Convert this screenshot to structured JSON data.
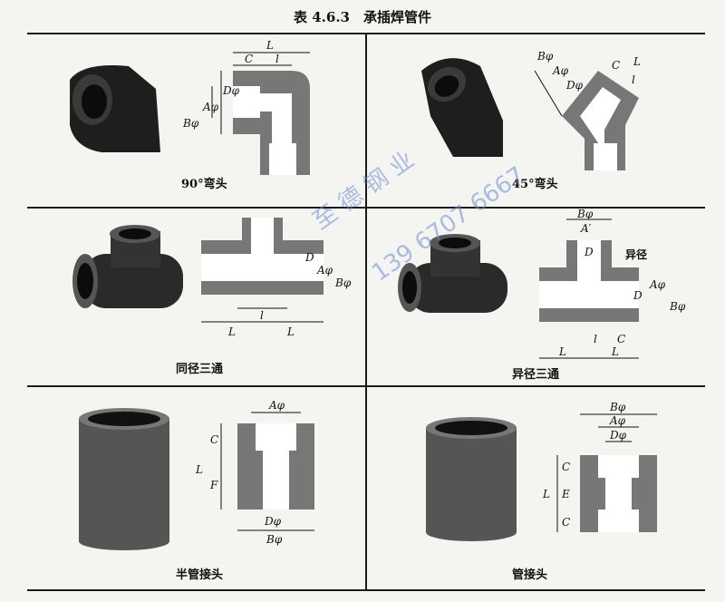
{
  "title": "表 4.6.3　承插焊管件",
  "cells": [
    {
      "caption": "90°弯头",
      "labels": {
        "L": "L",
        "C": "C",
        "l": "l",
        "B": "Bφ",
        "A": "Aφ",
        "D": "Dφ"
      }
    },
    {
      "caption": "45°弯头",
      "labels": {
        "L": "L",
        "C": "C",
        "l": "l",
        "B": "Bφ",
        "A": "Aφ",
        "D": "Dφ"
      }
    },
    {
      "caption": "同径三通",
      "labels": {
        "L": "L",
        "l": "l",
        "B": "Bφ",
        "A": "Aφ",
        "D": "D"
      }
    },
    {
      "caption": "异径三通",
      "labels": {
        "L": "L",
        "C": "C",
        "l": "l",
        "B": "Bφ",
        "A": "Aφ",
        "D": "D",
        "A2": "A′",
        "note": "异径"
      }
    },
    {
      "caption": "半管接头",
      "labels": {
        "L": "L",
        "C": "C",
        "F": "F",
        "A": "Aφ",
        "D": "Dφ",
        "B": "Bφ"
      }
    },
    {
      "caption": "管接头",
      "labels": {
        "L": "L",
        "C": "C",
        "E": "E",
        "A": "Aφ",
        "D": "Dφ",
        "B": "Bφ"
      }
    }
  ],
  "watermark": {
    "name": "至 德 钢 业",
    "phone": "139 6707 6667"
  },
  "colors": {
    "wall": "#777777",
    "fitting": "#1e1e1e",
    "watermark": "#6e8cd2"
  }
}
